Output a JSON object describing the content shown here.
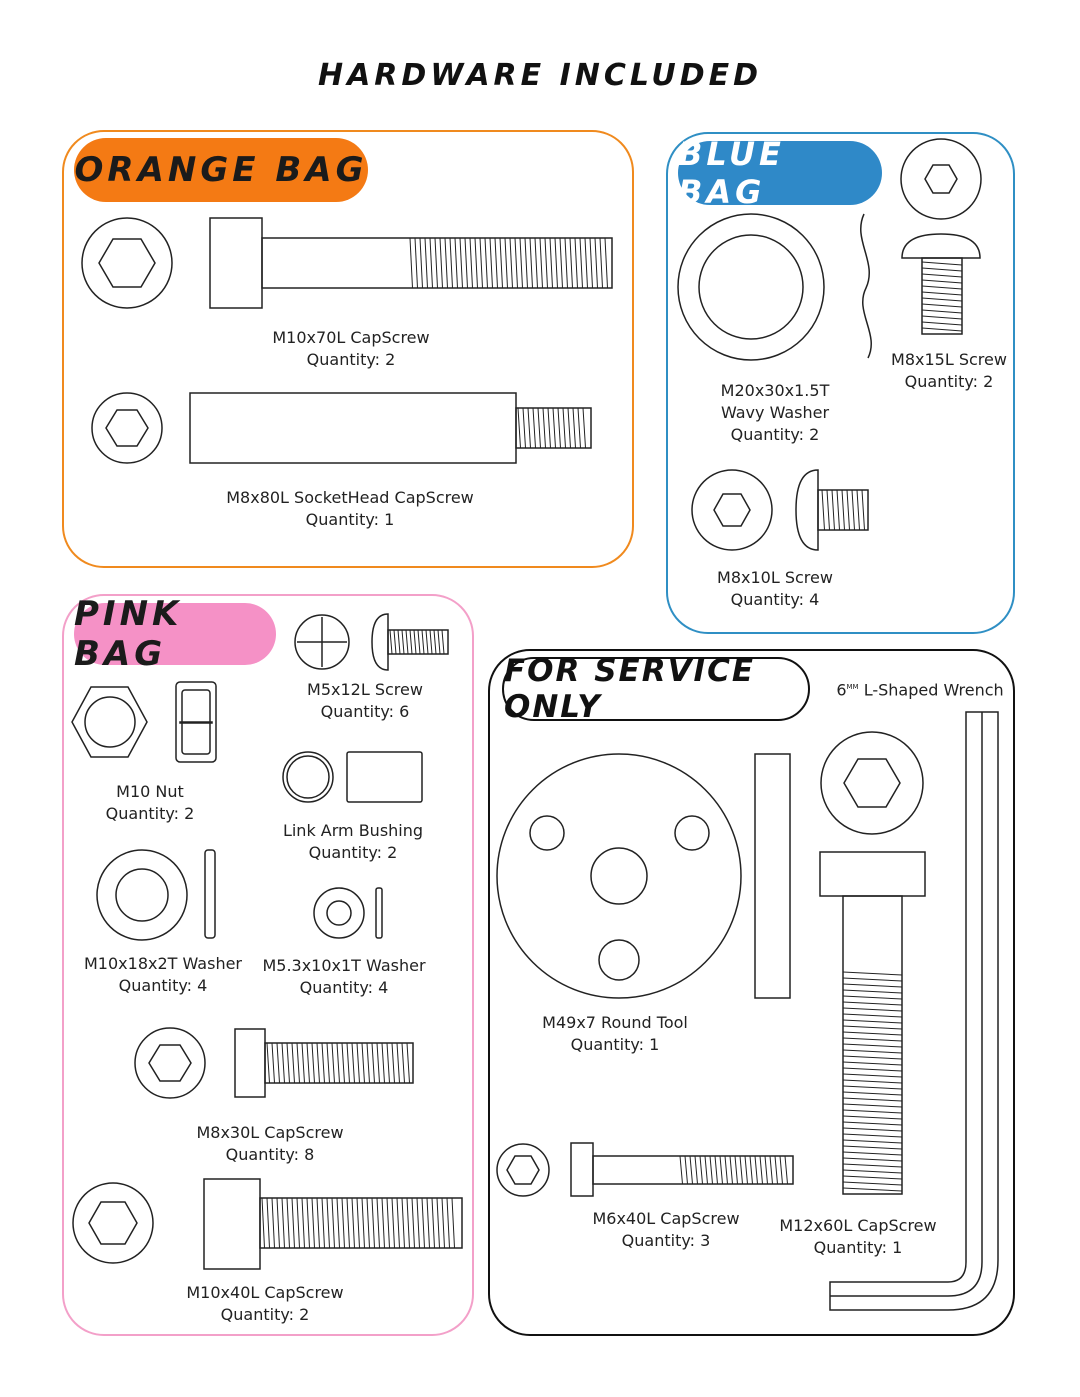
{
  "title": "HARDWARE INCLUDED",
  "colors": {
    "orange": "#f47a14",
    "blue": "#2f89c8",
    "pink": "#f591c6",
    "black": "#111111"
  },
  "orange_bag": {
    "label": "ORANGE BAG",
    "items": [
      {
        "name": "M10x70L CapScrew",
        "qty": "Quantity: 2"
      },
      {
        "name": "M8x80L SocketHead CapScrew",
        "qty": "Quantity: 1"
      }
    ]
  },
  "blue_bag": {
    "label": "BLUE BAG",
    "items": [
      {
        "name": "M8x15L Screw",
        "qty": "Quantity: 2"
      },
      {
        "name_line1": "M20x30x1.5T",
        "name_line2": "Wavy Washer",
        "qty": "Quantity: 2"
      },
      {
        "name": "M8x10L Screw",
        "qty": "Quantity: 4"
      }
    ]
  },
  "pink_bag": {
    "label": "PINK BAG",
    "items": [
      {
        "name": "M5x12L Screw",
        "qty": "Quantity: 6"
      },
      {
        "name": "M10 Nut",
        "qty": "Quantity: 2"
      },
      {
        "name": "Link Arm Bushing",
        "qty": "Quantity: 2"
      },
      {
        "name": "M10x18x2T Washer",
        "qty": "Quantity: 4"
      },
      {
        "name": "M5.3x10x1T Washer",
        "qty": "Quantity: 4"
      },
      {
        "name": "M8x30L CapScrew",
        "qty": "Quantity: 8"
      },
      {
        "name": "M10x40L CapScrew",
        "qty": "Quantity: 2"
      }
    ]
  },
  "service": {
    "label": "FOR SERVICE ONLY",
    "wrench_size": "6",
    "wrench_unit": "MM",
    "wrench_name": "L-Shaped Wrench",
    "items": [
      {
        "name": "M49x7 Round Tool",
        "qty": "Quantity: 1"
      },
      {
        "name": "M6x40L CapScrew",
        "qty": "Quantity: 3"
      },
      {
        "name": "M12x60L CapScrew",
        "qty": "Quantity: 1"
      }
    ]
  }
}
